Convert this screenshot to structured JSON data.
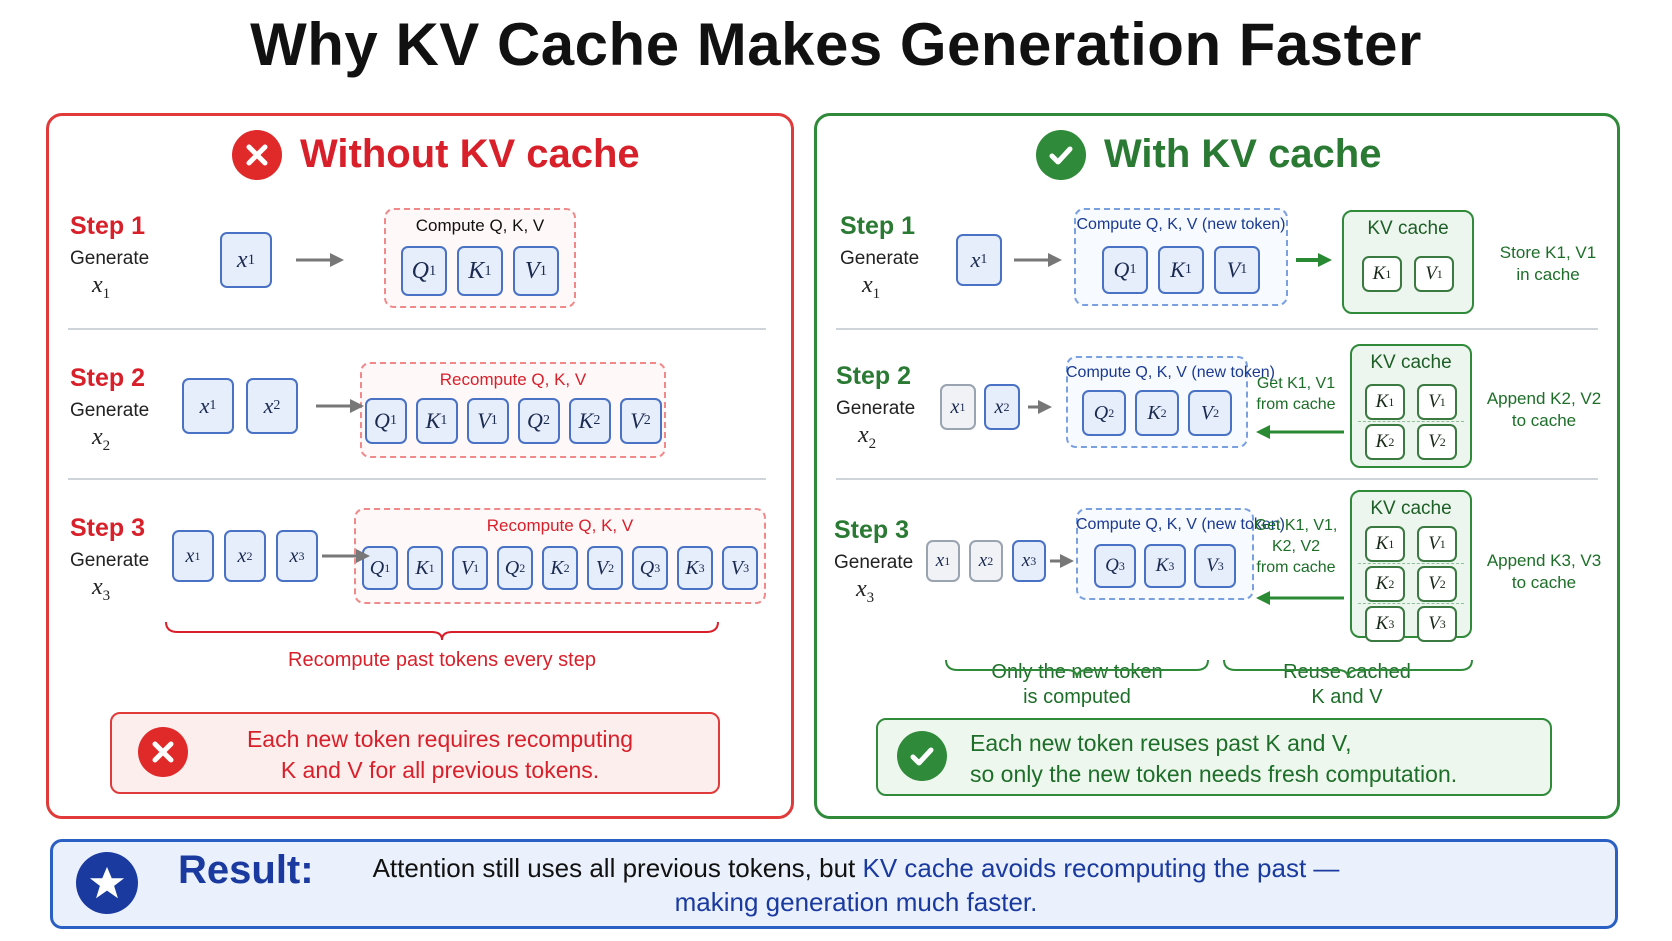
{
  "title": "Why KV Cache Makes Generation Faster",
  "colors": {
    "red": "#e03a3a",
    "green": "#2f8a3a",
    "blue": "#2a5fc4"
  },
  "left": {
    "title": "Without KV cache",
    "icon": "x-circle-icon",
    "steps": [
      {
        "label": "Step 1",
        "generate": "Generate",
        "var": "x",
        "sub": "1",
        "inputs": [
          {
            "b": "x",
            "s": "1"
          }
        ],
        "box_caption": "Compute Q, K, V",
        "outputs": [
          {
            "b": "Q",
            "s": "1"
          },
          {
            "b": "K",
            "s": "1"
          },
          {
            "b": "V",
            "s": "1"
          }
        ]
      },
      {
        "label": "Step 2",
        "generate": "Generate",
        "var": "x",
        "sub": "2",
        "inputs": [
          {
            "b": "x",
            "s": "1"
          },
          {
            "b": "x",
            "s": "2"
          }
        ],
        "box_caption": "Recompute Q, K, V",
        "outputs": [
          {
            "b": "Q",
            "s": "1"
          },
          {
            "b": "K",
            "s": "1"
          },
          {
            "b": "V",
            "s": "1"
          },
          {
            "b": "Q",
            "s": "2"
          },
          {
            "b": "K",
            "s": "2"
          },
          {
            "b": "V",
            "s": "2"
          }
        ]
      },
      {
        "label": "Step 3",
        "generate": "Generate",
        "var": "x",
        "sub": "3",
        "inputs": [
          {
            "b": "x",
            "s": "1"
          },
          {
            "b": "x",
            "s": "2"
          },
          {
            "b": "x",
            "s": "3"
          }
        ],
        "box_caption": "Recompute Q, K, V",
        "outputs": [
          {
            "b": "Q",
            "s": "1"
          },
          {
            "b": "K",
            "s": "1"
          },
          {
            "b": "V",
            "s": "1"
          },
          {
            "b": "Q",
            "s": "2"
          },
          {
            "b": "K",
            "s": "2"
          },
          {
            "b": "V",
            "s": "2"
          },
          {
            "b": "Q",
            "s": "3"
          },
          {
            "b": "K",
            "s": "3"
          },
          {
            "b": "V",
            "s": "3"
          }
        ]
      }
    ],
    "brace_text": "Recompute past tokens every step",
    "summary_line1": "Each new token requires recomputing",
    "summary_line2": "K and V for all previous tokens."
  },
  "right": {
    "title": "With KV cache",
    "icon": "check-circle-icon",
    "cache_title": "KV cache",
    "steps": [
      {
        "label": "Step 1",
        "generate": "Generate",
        "var": "x",
        "sub": "1",
        "inputs": [
          {
            "b": "x",
            "s": "1"
          }
        ],
        "box_caption": "Compute Q, K, V (new token)",
        "outputs": [
          {
            "b": "Q",
            "s": "1"
          },
          {
            "b": "K",
            "s": "1"
          },
          {
            "b": "V",
            "s": "1"
          }
        ],
        "cache_rows": [
          [
            {
              "b": "K",
              "s": "1"
            },
            {
              "b": "V",
              "s": "1"
            }
          ]
        ],
        "note1": "Store K1, V1",
        "note2": "in cache"
      },
      {
        "label": "Step 2",
        "generate": "Generate",
        "var": "x",
        "sub": "2",
        "inputs": [
          {
            "b": "x",
            "s": "1"
          },
          {
            "b": "x",
            "s": "2"
          }
        ],
        "box_caption": "Compute Q, K, V (new token)",
        "outputs": [
          {
            "b": "Q",
            "s": "2"
          },
          {
            "b": "K",
            "s": "2"
          },
          {
            "b": "V",
            "s": "2"
          }
        ],
        "get_line1": "Get K1, V1",
        "get_line2": "from cache",
        "cache_rows": [
          [
            {
              "b": "K",
              "s": "1"
            },
            {
              "b": "V",
              "s": "1"
            }
          ],
          [
            {
              "b": "K",
              "s": "2"
            },
            {
              "b": "V",
              "s": "2"
            }
          ]
        ],
        "note1": "Append K2, V2",
        "note2": "to cache"
      },
      {
        "label": "Step 3",
        "generate": "Generate",
        "var": "x",
        "sub": "3",
        "inputs": [
          {
            "b": "x",
            "s": "1"
          },
          {
            "b": "x",
            "s": "2"
          },
          {
            "b": "x",
            "s": "3"
          }
        ],
        "box_caption": "Compute Q, K, V (new token)",
        "outputs": [
          {
            "b": "Q",
            "s": "3"
          },
          {
            "b": "K",
            "s": "3"
          },
          {
            "b": "V",
            "s": "3"
          }
        ],
        "get_line1": "Get K1, V1,",
        "get_line2": "K2, V2",
        "get_line3": "from cache",
        "cache_rows": [
          [
            {
              "b": "K",
              "s": "1"
            },
            {
              "b": "V",
              "s": "1"
            }
          ],
          [
            {
              "b": "K",
              "s": "2"
            },
            {
              "b": "V",
              "s": "2"
            }
          ],
          [
            {
              "b": "K",
              "s": "3"
            },
            {
              "b": "V",
              "s": "3"
            }
          ]
        ],
        "note1": "Append K3, V3",
        "note2": "to cache"
      }
    ],
    "brace1_line1": "Only the new token",
    "brace1_line2": "is computed",
    "brace2_line1": "Reuse cached",
    "brace2_line2": "K and V",
    "summary_line1": "Each new token reuses past K and V,",
    "summary_line2": "so only the new token needs fresh computation."
  },
  "result": {
    "label": "Result:",
    "icon": "star-icon",
    "text_a": "Attention still uses all previous tokens, but ",
    "text_b": "KV cache avoids recomputing the past —",
    "text_c": "making generation much faster."
  }
}
